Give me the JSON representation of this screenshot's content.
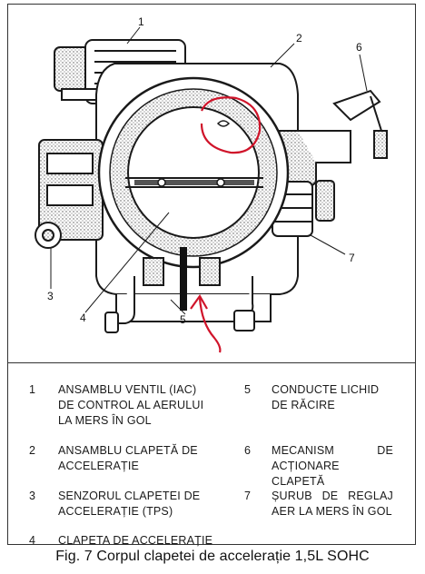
{
  "callouts": [
    "1",
    "2",
    "3",
    "4",
    "5",
    "6",
    "7"
  ],
  "legend": [
    {
      "num": "1",
      "lines": [
        "ANSAMBLU VENTIL (IAC)",
        "DE CONTROL AL AERULUI",
        "LA MERS ÎN GOL"
      ]
    },
    {
      "num": "2",
      "lines": [
        "ANSAMBLU CLAPETĂ DE",
        "ACCELERAȚIE"
      ]
    },
    {
      "num": "3",
      "lines": [
        "SENZORUL CLAPETEI DE",
        "ACCELERAȚIE (TPS)"
      ]
    },
    {
      "num": "4",
      "lines": [
        "CLAPETA DE ACCELERAȚIE"
      ]
    },
    {
      "num": "5",
      "lines": [
        "CONDUCTE LICHID",
        "DE RĂCIRE"
      ]
    },
    {
      "num": "6",
      "lines": [
        "MECANISM DE",
        "ACȚIONARE CLAPETĂ"
      ]
    },
    {
      "num": "7",
      "lines": [
        "ȘURUB DE REGLAJ",
        "AER LA MERS ÎN GOL"
      ]
    }
  ],
  "caption": "Fig. 7 Corpul clapetei de accelerație 1,5L SOHC",
  "colors": {
    "ink": "#1a1a1a",
    "annotation": "#d0142a",
    "background": "#ffffff"
  }
}
